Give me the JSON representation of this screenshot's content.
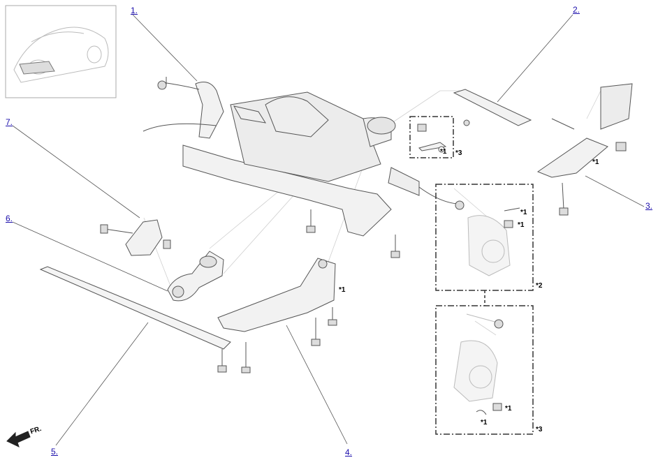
{
  "callouts": {
    "c1": "1.",
    "c2": "2.",
    "c3": "3.",
    "c4": "4.",
    "c5": "5.",
    "c6": "6.",
    "c7": "7."
  },
  "notes": {
    "box_top_n1": "*1",
    "box_top_n3": "*3",
    "bracket_right_n1": "*1",
    "arm_n1": "*1",
    "box2_n1a": "*1",
    "box2_n1b": "*1",
    "box2_label": "*2",
    "box3_n1a": "*1",
    "box3_n1b": "*1",
    "box3_label": "*3"
  },
  "direction": {
    "label": "FR."
  },
  "icons": {
    "direction_arrow": "front-arrow-icon",
    "inset": "vehicle-location-thumbnail"
  },
  "colors": {
    "link": "#1a0dab",
    "line": "#333333",
    "part_stroke": "#555555",
    "part_fill": "#f2f2f2",
    "ghost": "#c8c8c8"
  }
}
